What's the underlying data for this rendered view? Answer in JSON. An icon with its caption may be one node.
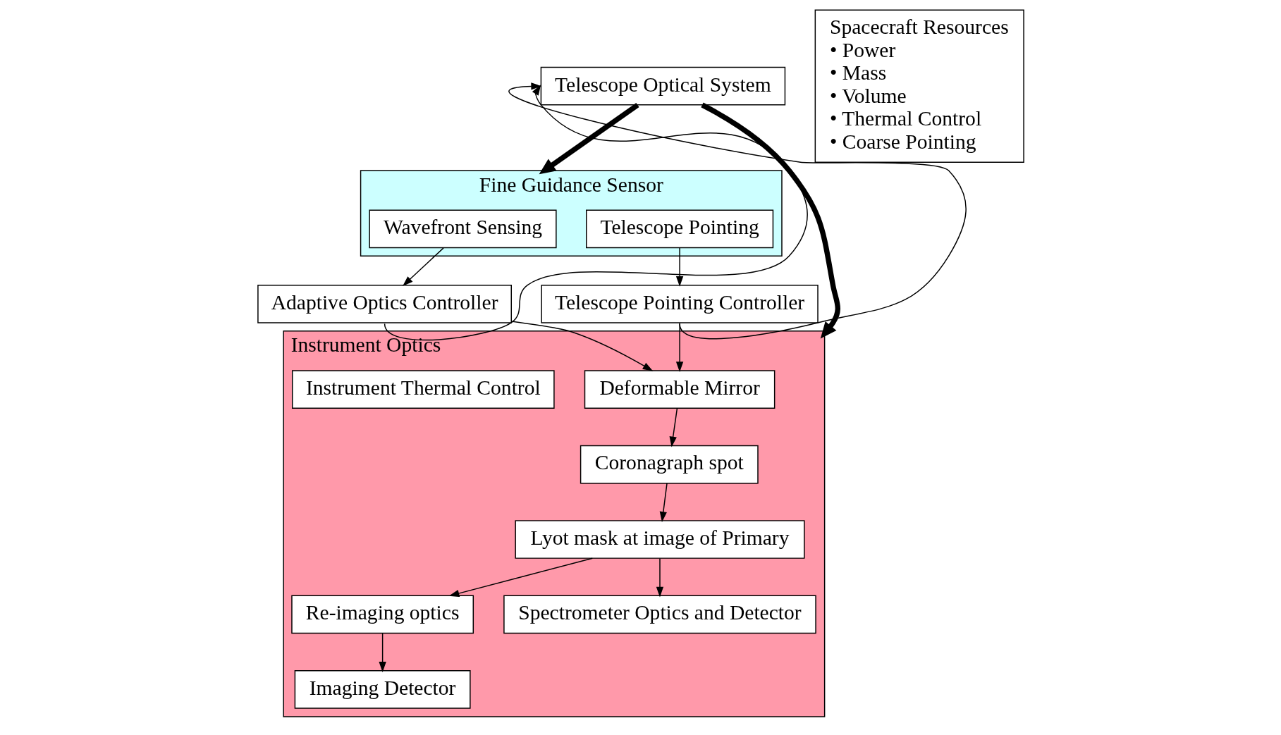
{
  "diagram": {
    "nodes": [
      {
        "text": [
          "Telescope Optical System"
        ]
      },
      {
        "text": [
          "Fine Guidance Sensor"
        ]
      },
      {
        "text": [
          "Wavefront Sensing"
        ],
        "in": 1
      },
      {
        "text": [
          "Telescope Pointing"
        ],
        "in": 1
      },
      {
        "text": [
          "Adaptive Optics Controller"
        ]
      },
      {
        "text": [
          "Telescope Pointing Controller"
        ]
      },
      {
        "text": [
          "Instrument Optics"
        ]
      },
      {
        "text": [
          "Spacecraft Resources",
          "• Power",
          "• Mass",
          "• Volume",
          "• Thermal Control",
          "• Coarse Pointing"
        ]
      },
      {
        "text": [
          "Deformable Mirror"
        ],
        "in": 6
      },
      {
        "text": [
          "Coronagraph spot"
        ],
        "in": 6
      },
      {
        "text": [
          "Lyot mask at image of Primary"
        ],
        "in": 6
      },
      {
        "text": [
          "Instrument Thermal Control"
        ],
        "in": 6
      },
      {
        "text": [
          "Re-imaging optics"
        ],
        "in": 6
      },
      {
        "text": [
          "Imaging Detector"
        ],
        "in": 6
      },
      {
        "text": [
          "Spectrometer Optics and Detector"
        ],
        "in": 6
      }
    ],
    "edges": [
      {
        "from": 0,
        "to": 1,
        "arrow": "to",
        "style": "thick"
      },
      {
        "from": 0,
        "to": 6,
        "arrow": "to",
        "style": "thick"
      },
      {
        "from": 2,
        "to": 4,
        "arrow": "to"
      },
      {
        "from": 3,
        "to": 5,
        "arrow": "to"
      },
      {
        "from": 4,
        "to": 8,
        "arrow": "to"
      },
      {
        "from": 5,
        "to": 8,
        "arrow": "to"
      },
      {
        "from": 4,
        "to": 0,
        "arrow": "to"
      },
      {
        "from": 5,
        "to": 0,
        "arrow": "to"
      },
      {
        "from": 8,
        "to": 9,
        "arrow": "to"
      },
      {
        "from": 9,
        "to": 10,
        "arrow": "to"
      },
      {
        "from": 10,
        "to": 12,
        "arrow": "to"
      },
      {
        "from": 12,
        "to": 13,
        "arrow": "to"
      },
      {
        "from": 10,
        "to": 14,
        "arrow": "to"
      }
    ]
  }
}
